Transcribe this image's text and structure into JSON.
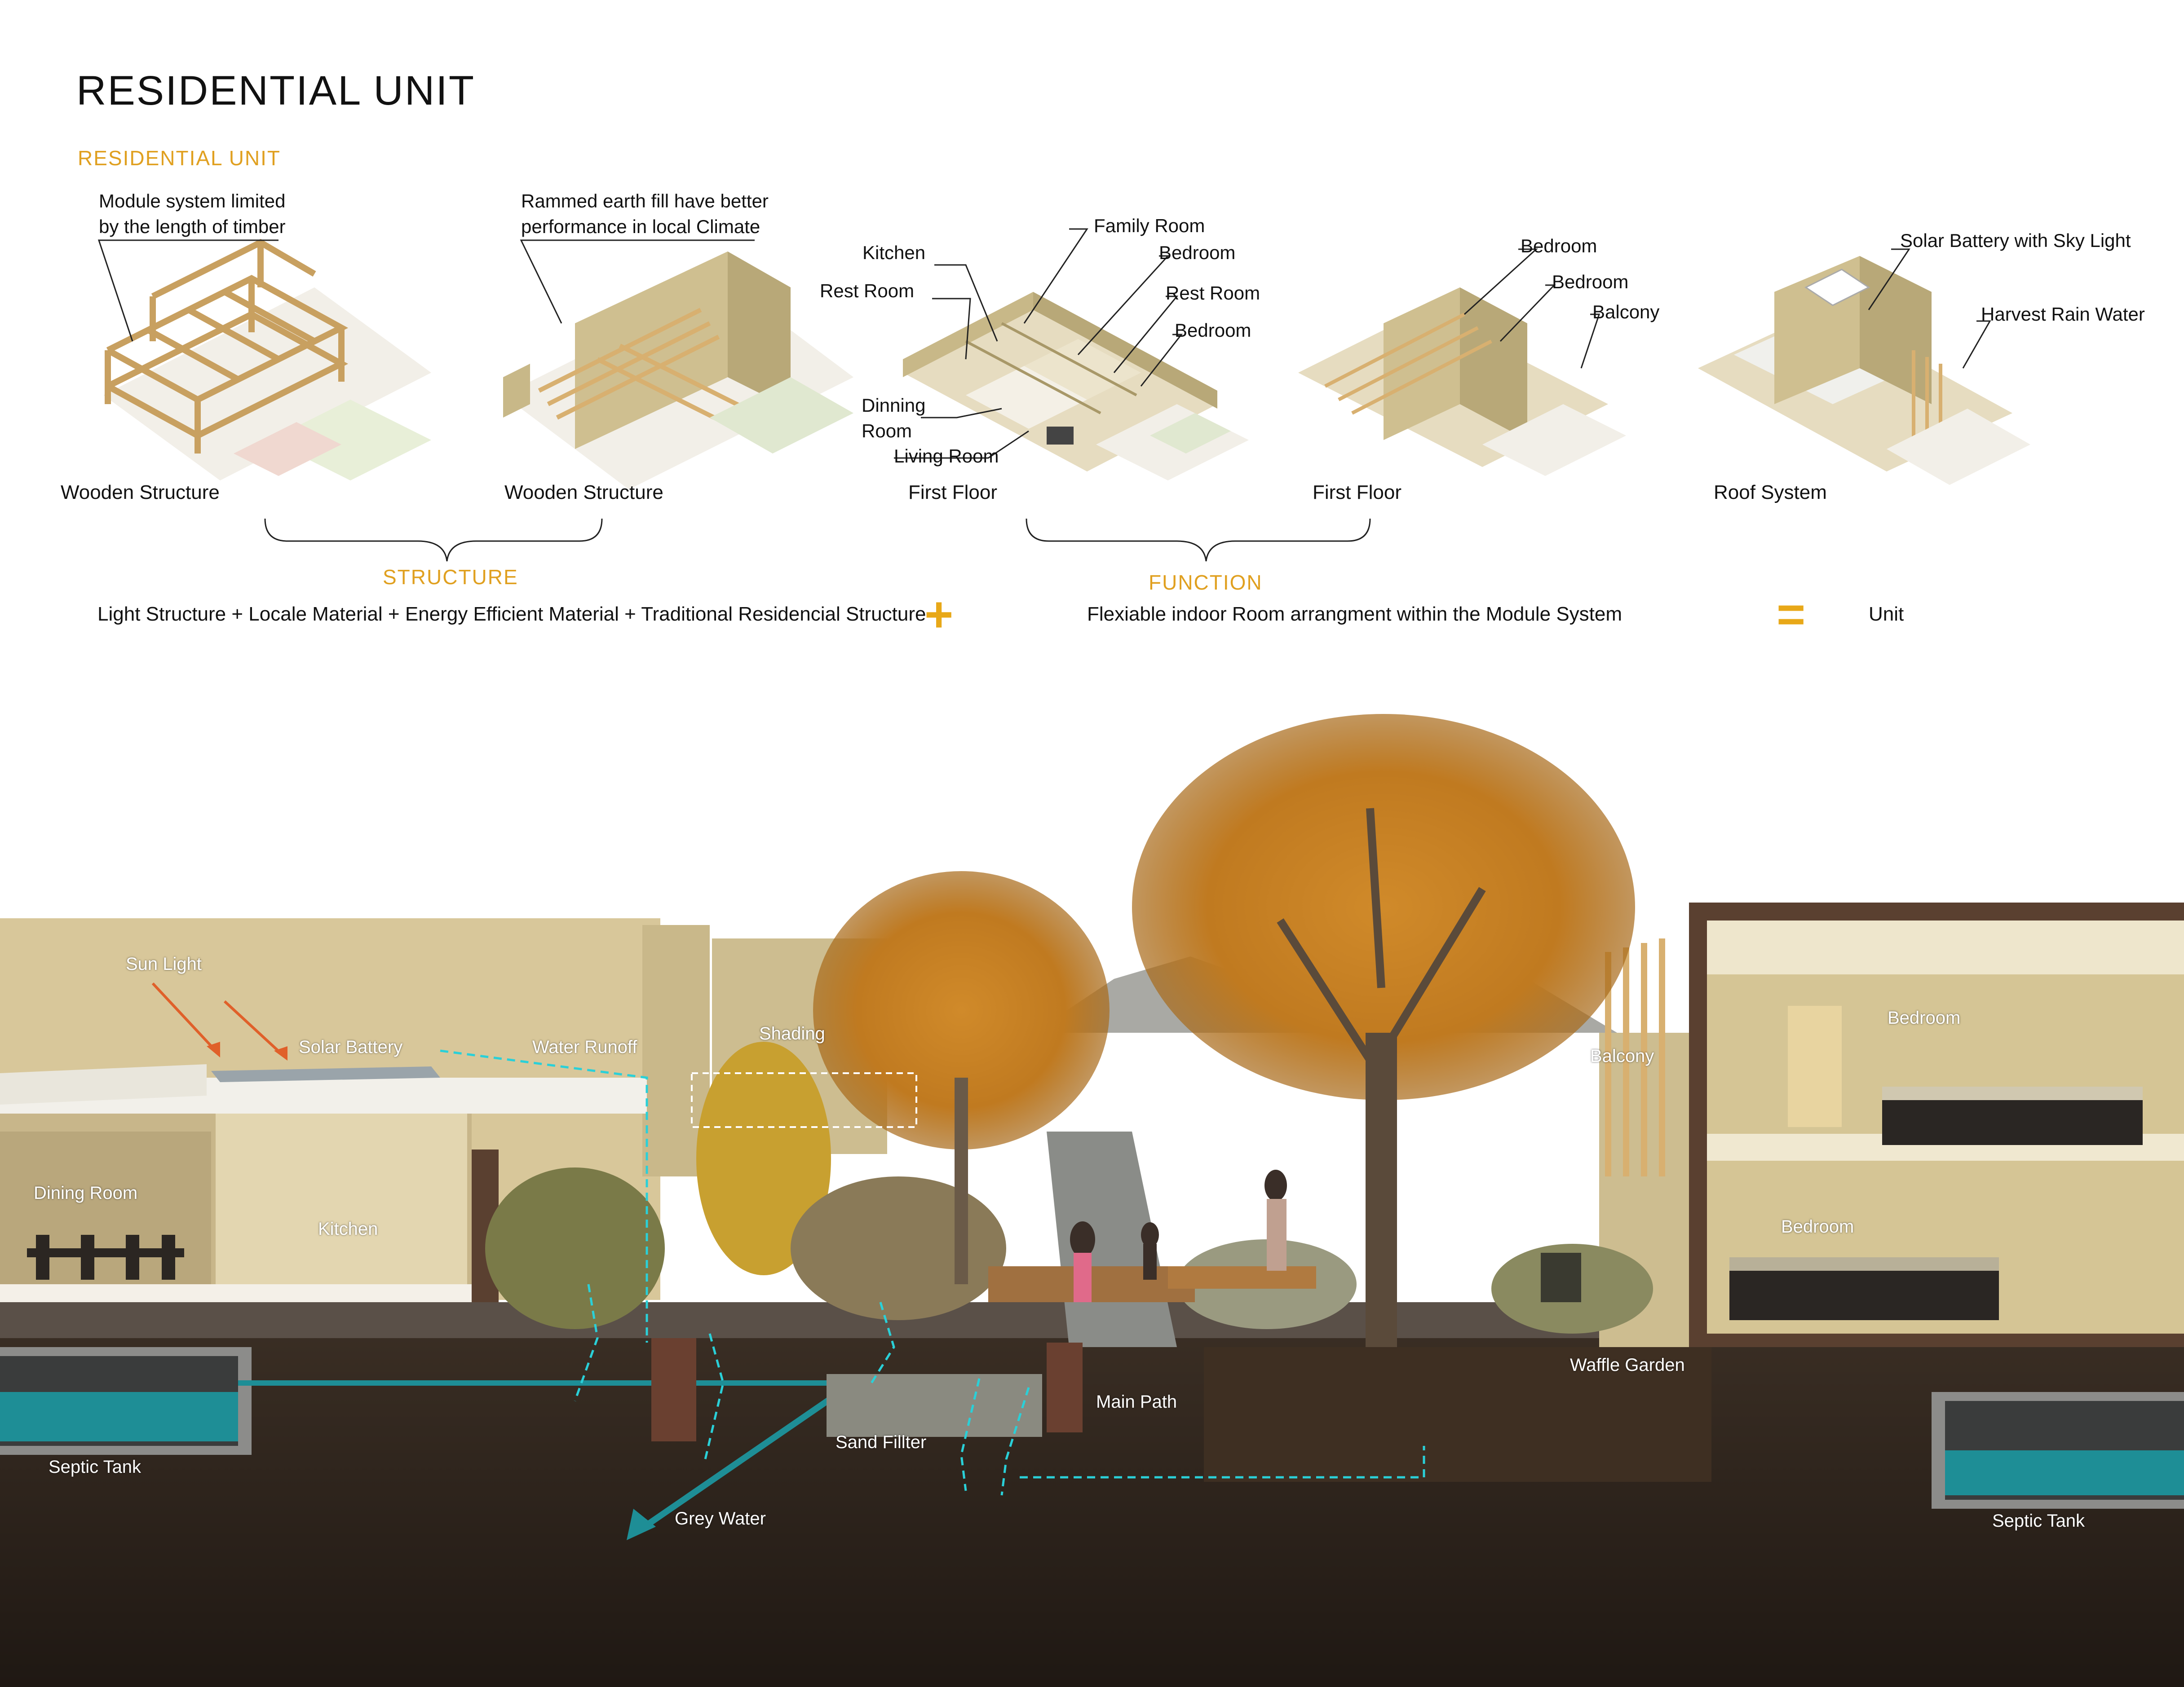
{
  "header": {
    "title": "RESIDENTIAL UNIT",
    "subtitle": "RESIDENTIAL UNIT"
  },
  "diagrams": [
    {
      "caption": "Wooden Structure",
      "notes": [
        "Module system limited",
        "by the length of timber"
      ]
    },
    {
      "caption": "Wooden Structure",
      "notes": [
        "Rammed earth fill have better",
        "performance in local Climate"
      ]
    },
    {
      "caption": "First Floor",
      "notes": [
        "Kitchen",
        "Family Room",
        "Bedroom",
        "Rest Room",
        "Rest Room",
        "Bedroom",
        "Dinning",
        "Room",
        "Living Room"
      ]
    },
    {
      "caption": "First Floor",
      "notes": [
        "Bedroom",
        "Bedroom",
        "Balcony"
      ]
    },
    {
      "caption": "Roof System",
      "notes": [
        "Solar Battery with Sky Light",
        "Harvest Rain Water"
      ]
    }
  ],
  "equation": {
    "structure_label": "STRUCTURE",
    "structure_text": "Light Structure + Locale Material + Energy Efficient Material + Traditional Residencial Structure",
    "plus": "+",
    "function_label": "FUNCTION",
    "function_text": "Flexiable  indoor Room arrangment within the Module System",
    "equals": "=",
    "result": "Unit"
  },
  "section": {
    "labels": {
      "sun_light": "Sun Light",
      "solar_battery": "Solar Battery",
      "water_runoff": "Water Runoff",
      "shading": "Shading",
      "balcony": "Balcony",
      "bedroom_upper": "Bedroom",
      "bedroom_lower": "Bedroom",
      "dining_room": "Dining Room",
      "kitchen": "Kitchen",
      "septic_tank_left": "Septic Tank",
      "septic_tank_right": "Septic Tank",
      "sand_filter": "Sand Fillter",
      "grey_water": "Grey Water",
      "main_path": "Main Path",
      "waffle_garden": "Waffle Garden"
    }
  },
  "colors": {
    "accent": "#e0a020",
    "water": "#1e8e96",
    "soil": "#2a221c",
    "wall": "#d8c79a",
    "sky_arrow": "#e0602a",
    "flow": "#2ad0d8"
  }
}
